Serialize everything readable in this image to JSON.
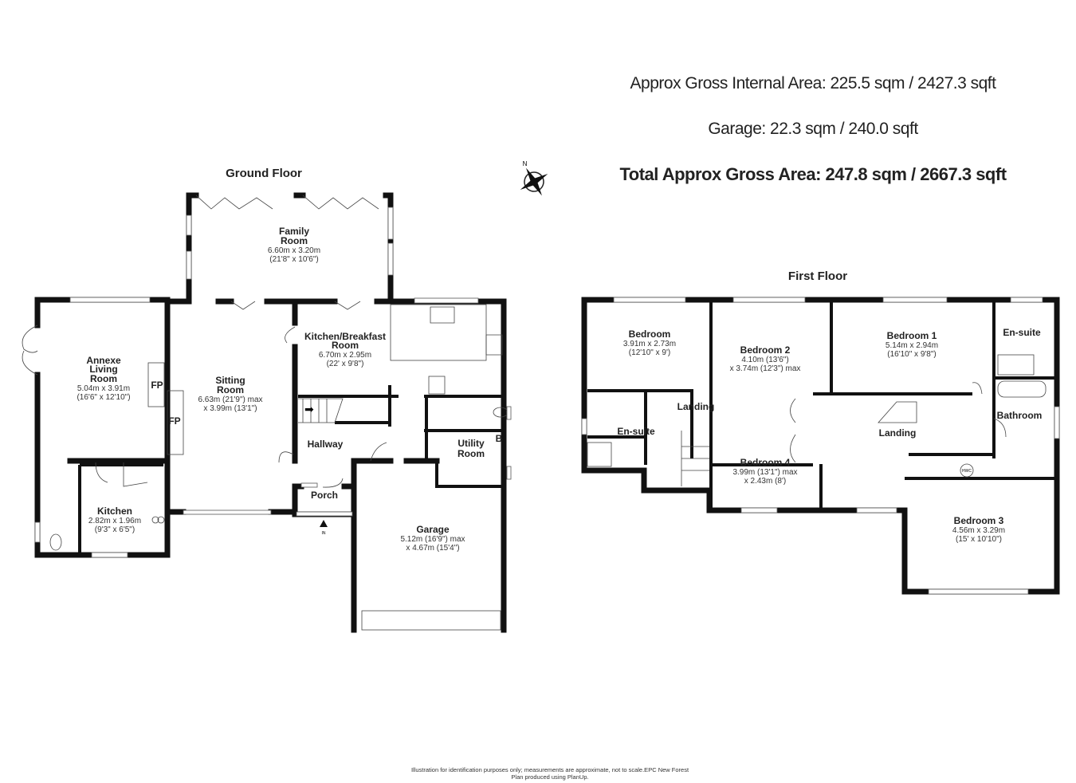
{
  "areas": {
    "internal": "Approx Gross Internal Area: 225.5 sqm / 2427.3 sqft",
    "garage": "Garage: 22.3 sqm / 240.0 sqft",
    "total": "Total Approx Gross Area: 247.8 sqm / 2667.3 sqft"
  },
  "ground_floor": {
    "title": "Ground Floor",
    "rooms": {
      "family": {
        "name1": "Family",
        "name2": "Room",
        "m": "6.60m x 3.20m",
        "ft": "(21'8\" x 10'6\")"
      },
      "annexe": {
        "name1": "Annexe",
        "name2": "Living",
        "name3": "Room",
        "m": "5.04m x 3.91m",
        "ft": "(16'6\" x 12'10\")"
      },
      "sitting": {
        "name1": "Sitting",
        "name2": "Room",
        "m": "6.63m (21'9\") max",
        "ft": "x 3.99m (13'1\")"
      },
      "kitchen_breakfast": {
        "name1": "Kitchen/Breakfast",
        "name2": "Room",
        "m": "6.70m x 2.95m",
        "ft": "(22' x 9'8\")"
      },
      "hallway": {
        "name": "Hallway"
      },
      "utility": {
        "name1": "Utility",
        "name2": "Room"
      },
      "porch": {
        "name": "Porch"
      },
      "kitchen": {
        "name": "Kitchen",
        "m": "2.82m x 1.96m",
        "ft": "(9'3\" x 6'5\")"
      },
      "garage": {
        "name": "Garage",
        "m": "5.12m (16'9\") max",
        "ft": "x 4.67m (15'4\")"
      }
    },
    "fp": "FP",
    "boiler": "B",
    "entrance": "IN"
  },
  "first_floor": {
    "title": "First Floor",
    "rooms": {
      "bedroom": {
        "name": "Bedroom",
        "m": "3.91m x 2.73m",
        "ft": "(12'10\" x 9')"
      },
      "bedroom2": {
        "name": "Bedroom 2",
        "m": "4.10m (13'6\")",
        "ft": "x 3.74m (12'3\") max"
      },
      "bedroom1": {
        "name": "Bedroom 1",
        "m": "5.14m x 2.94m",
        "ft": "(16'10\" x 9'8\")"
      },
      "ensuite1": {
        "name": "En-suite"
      },
      "ensuite2": {
        "name": "En-suite"
      },
      "landing_small": {
        "name": "Landing"
      },
      "landing": {
        "name": "Landing"
      },
      "bathroom": {
        "name": "Bathroom"
      },
      "bedroom4": {
        "name": "Bedroom 4",
        "m": "3.99m (13'1\") max",
        "ft": "x 2.43m (8')"
      },
      "bedroom3": {
        "name": "Bedroom 3",
        "m": "4.56m x 3.29m",
        "ft": "(15' x 10'10\")"
      }
    },
    "hwc": "HWC"
  },
  "compass": {
    "label": "N"
  },
  "footer": {
    "line1": "Illustration for identification purposes only; measurements are approximate, not to scale.EPC New Forest",
    "line2": "Plan produced using PlanUp."
  }
}
